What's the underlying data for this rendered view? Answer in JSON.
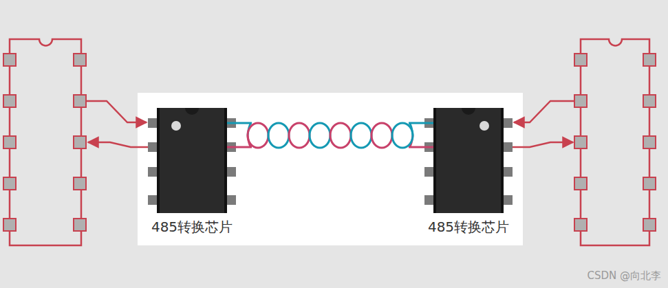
{
  "diagram": {
    "nodes": [
      {
        "text": [
          "485转换芯片"
        ]
      },
      {
        "text": [
          "485转换芯片"
        ]
      }
    ],
    "edges": [
      {
        "from": 0,
        "to": 1,
        "arrow": "none"
      }
    ],
    "labels": [
      "CSDN @向北李"
    ]
  }
}
